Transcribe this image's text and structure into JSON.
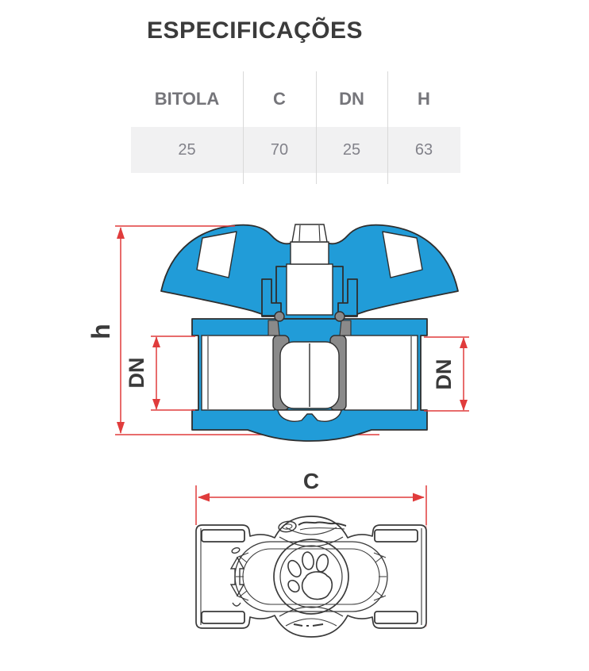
{
  "title": "ESPECIFICAÇÕES",
  "spec_table": {
    "headers": [
      "BITOLA",
      "C",
      "DN",
      "H"
    ],
    "values": [
      "25",
      "70",
      "25",
      "63"
    ]
  },
  "front_view": {
    "height_dim_label": "h",
    "bore_dim_label_left": "DN",
    "bore_dim_label_right": "DN"
  },
  "bottom_view": {
    "width_dim_label": "C"
  },
  "colors": {
    "valve_body_blue": "#219CD8",
    "dimension_red": "#E03C3C",
    "seat_gray": "#8A8A8A",
    "outline_dark": "#2E2E2E",
    "table_row_bg": "#F1F1F2",
    "table_header_text": "#75757A"
  }
}
